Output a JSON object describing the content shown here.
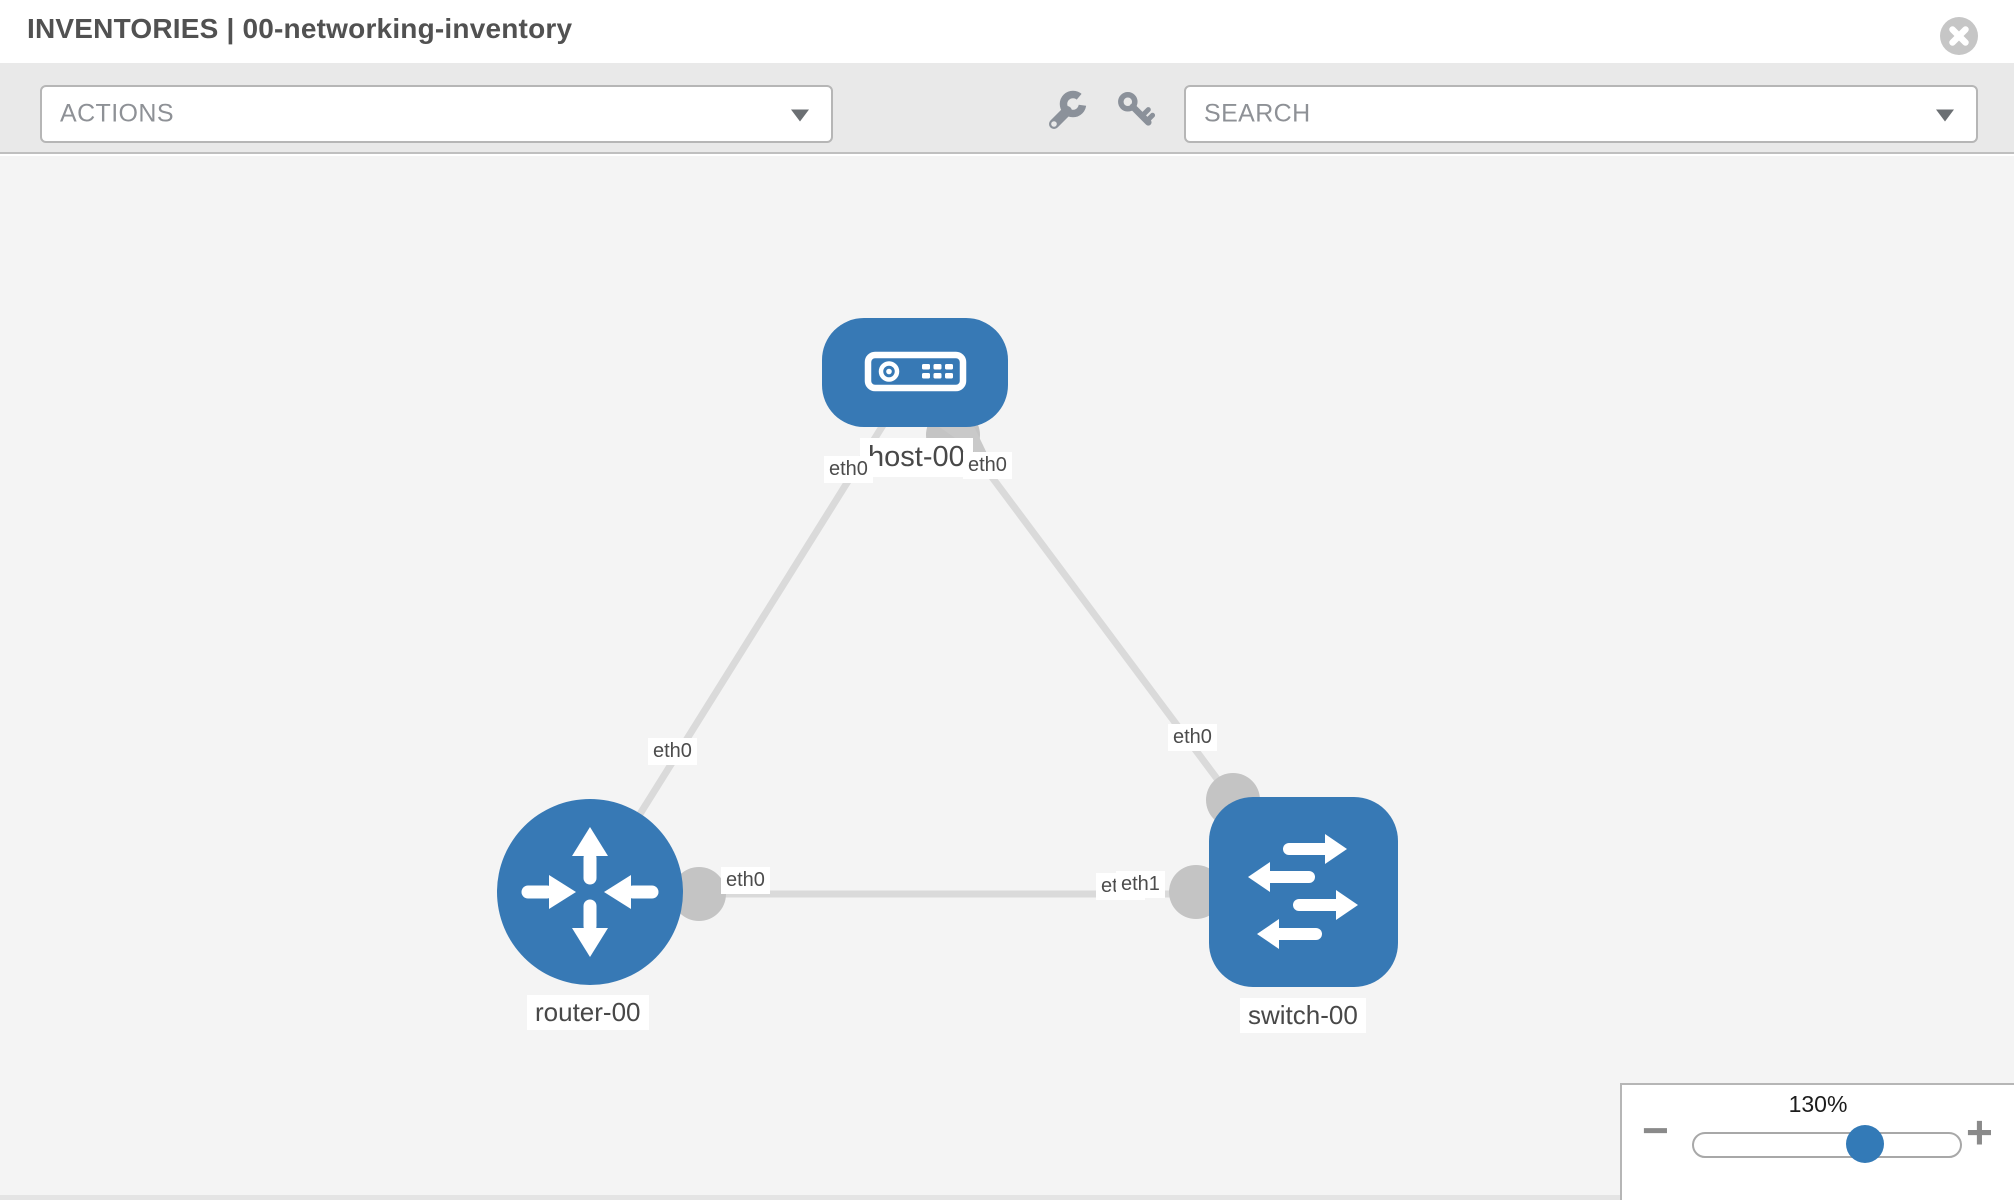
{
  "header": {
    "title": "INVENTORIES | 00-networking-inventory"
  },
  "toolbar": {
    "actions_label": "ACTIONS",
    "search_label": "SEARCH",
    "icons": [
      "wrench-icon",
      "key-icon"
    ]
  },
  "diagram": {
    "nodes": [
      {
        "id": "host-00",
        "label": "host-00",
        "type": "host",
        "icon": "host-icon"
      },
      {
        "id": "router-00",
        "label": "router-00",
        "type": "router",
        "icon": "router-icon"
      },
      {
        "id": "switch-00",
        "label": "switch-00",
        "type": "switch",
        "icon": "switch-icon"
      }
    ],
    "links": [
      {
        "from": "host-00",
        "from_interface": "eth0",
        "to": "router-00",
        "to_interface": "eth0"
      },
      {
        "from": "host-00",
        "from_interface": "eth0",
        "to": "switch-00",
        "to_interface": "eth0"
      },
      {
        "from": "router-00",
        "from_interface": "eth0",
        "to": "switch-00",
        "to_interface": "eth1"
      }
    ],
    "interface_labels": {
      "host_to_router_at_host": "eth0",
      "host_to_router_at_router": "eth0",
      "host_to_switch_at_host": "eth0",
      "host_to_switch_at_switch": "eth0",
      "router_to_switch_at_router": "eth0",
      "router_to_switch_at_switch": "eth1",
      "overlapped_label": "eth0"
    }
  },
  "zoom_control": {
    "level": "130%",
    "minus_label": "−",
    "plus_label": "+"
  },
  "colors": {
    "node_blue": "#3779b5",
    "edge_gray": "#dadada",
    "endpoint_gray": "#c4c4c4",
    "canvas_bg": "#f4f4f4",
    "toolbar_bg": "#e9e9e9",
    "accent_blue": "#337ab7"
  }
}
